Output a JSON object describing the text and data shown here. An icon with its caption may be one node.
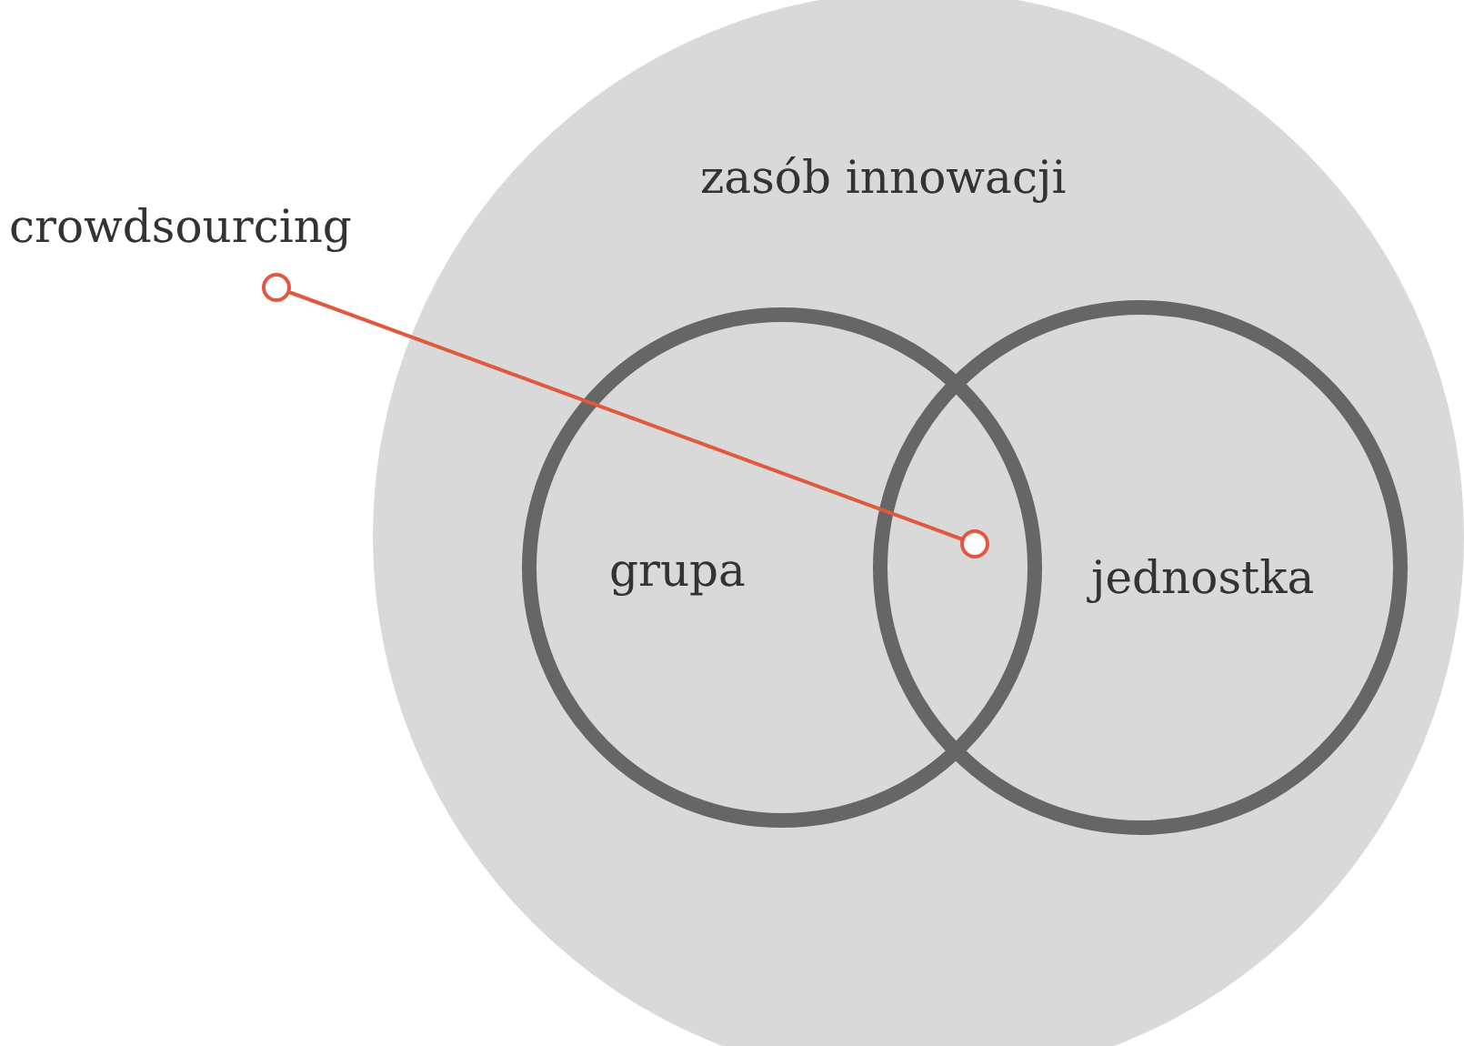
{
  "diagram": {
    "nodes": [
      {
        "text": [
          "zasób innowacji"
        ]
      },
      {
        "text": [
          "grupa"
        ],
        "in": 0
      },
      {
        "text": [
          "jednostka"
        ],
        "in": 0
      },
      {
        "text": [
          "crowdsourcing"
        ]
      }
    ],
    "edges": [
      {
        "from": 3,
        "to": 1,
        "arrow": "other",
        "color": "#e0593f"
      }
    ]
  }
}
